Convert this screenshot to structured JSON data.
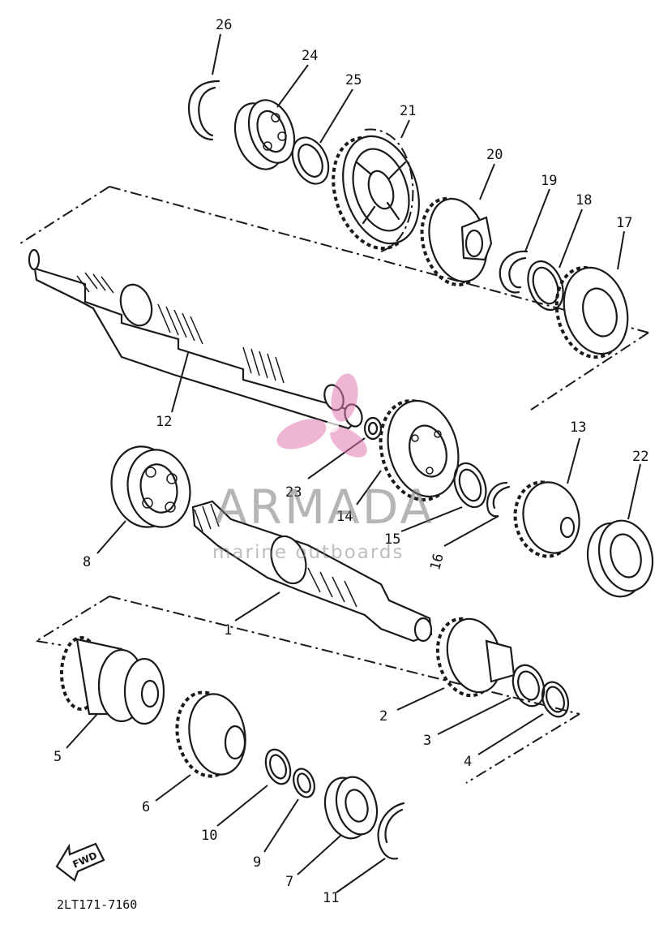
{
  "diagram": {
    "part_code": "2LT171-7160",
    "fwd_label": "FWD",
    "callouts": [
      "26",
      "24",
      "25",
      "21",
      "20",
      "19",
      "18",
      "17",
      "12",
      "23",
      "14",
      "15",
      "16",
      "13",
      "22",
      "8",
      "1",
      "5",
      "2",
      "3",
      "4",
      "6",
      "10",
      "9",
      "7",
      "11"
    ]
  },
  "watermark": {
    "brand": "ARMADA",
    "tagline": "marine outboards",
    "color": "#e07ab0"
  }
}
